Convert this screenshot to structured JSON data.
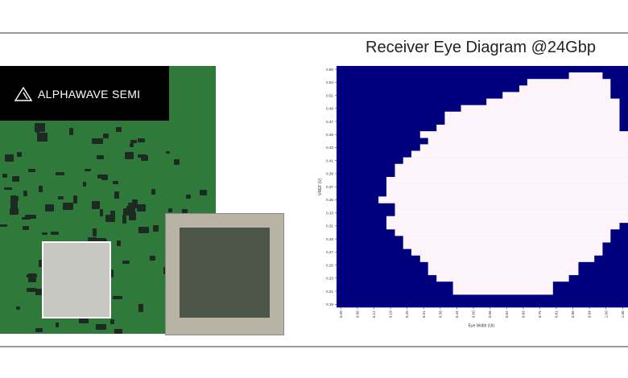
{
  "logo": {
    "text": "ALPHAWAVE SEMI"
  },
  "chart_data": {
    "type": "heatmap",
    "title": "Receiver Eye Diagram  @24Gbp",
    "xlabel": "Eye Width (UI)",
    "ylabel": "VREF (V)",
    "xticks": [
      "0.00",
      "0.06",
      "0.12",
      "0.19",
      "0.25",
      "0.31",
      "0.38",
      "0.44",
      "0.50",
      "0.56",
      "0.62",
      "0.69",
      "0.75",
      "0.81",
      "0.88",
      "0.94",
      "1.00",
      "1.06"
    ],
    "yticks": [
      "0.55",
      "0.53",
      "0.51",
      "0.49",
      "0.47",
      "0.45",
      "0.43",
      "0.41",
      "0.39",
      "0.37",
      "0.35",
      "0.33",
      "0.31",
      "0.29",
      "0.27",
      "0.25",
      "0.23",
      "0.21",
      "0.19"
    ],
    "xlim": [
      0,
      1.0625
    ],
    "ylim": [
      0.19,
      0.55
    ],
    "colors": {
      "closed": "#00007f",
      "open": "#fdf5fb"
    },
    "open_region_rows": [
      [
        0.54,
        0.86,
        0.987
      ],
      [
        0.53,
        0.703,
        1.017
      ],
      [
        0.52,
        0.673,
        1.017
      ],
      [
        0.51,
        0.61,
        1.017
      ],
      [
        0.5,
        0.549,
        1.051
      ],
      [
        0.49,
        0.453,
        1.051
      ],
      [
        0.48,
        0.392,
        1.051
      ],
      [
        0.47,
        0.392,
        1.051
      ],
      [
        0.46,
        0.361,
        1.051
      ],
      [
        0.45,
        0.299,
        1.12
      ],
      [
        0.44,
        0.329,
        1.12
      ],
      [
        0.43,
        0.299,
        1.12
      ],
      [
        0.42,
        0.266,
        1.12
      ],
      [
        0.41,
        0.235,
        1.12
      ],
      [
        0.4,
        0.204,
        1.12
      ],
      [
        0.39,
        0.204,
        1.12
      ],
      [
        0.38,
        0.172,
        1.12
      ],
      [
        0.37,
        0.172,
        1.12
      ],
      [
        0.36,
        0.172,
        1.12
      ],
      [
        0.35,
        0.142,
        1.12
      ],
      [
        0.34,
        0.204,
        1.12
      ],
      [
        0.33,
        0.204,
        1.12
      ],
      [
        0.32,
        0.172,
        1.12
      ],
      [
        0.31,
        0.172,
        1.051
      ],
      [
        0.3,
        0.204,
        1.017
      ],
      [
        0.29,
        0.235,
        1.017
      ],
      [
        0.28,
        0.235,
        0.987
      ],
      [
        0.27,
        0.266,
        0.987
      ],
      [
        0.26,
        0.299,
        0.956
      ],
      [
        0.25,
        0.329,
        0.896
      ],
      [
        0.24,
        0.329,
        0.896
      ],
      [
        0.23,
        0.361,
        0.86
      ],
      [
        0.22,
        0.423,
        0.8
      ],
      [
        0.21,
        0.423,
        0.8
      ]
    ]
  }
}
